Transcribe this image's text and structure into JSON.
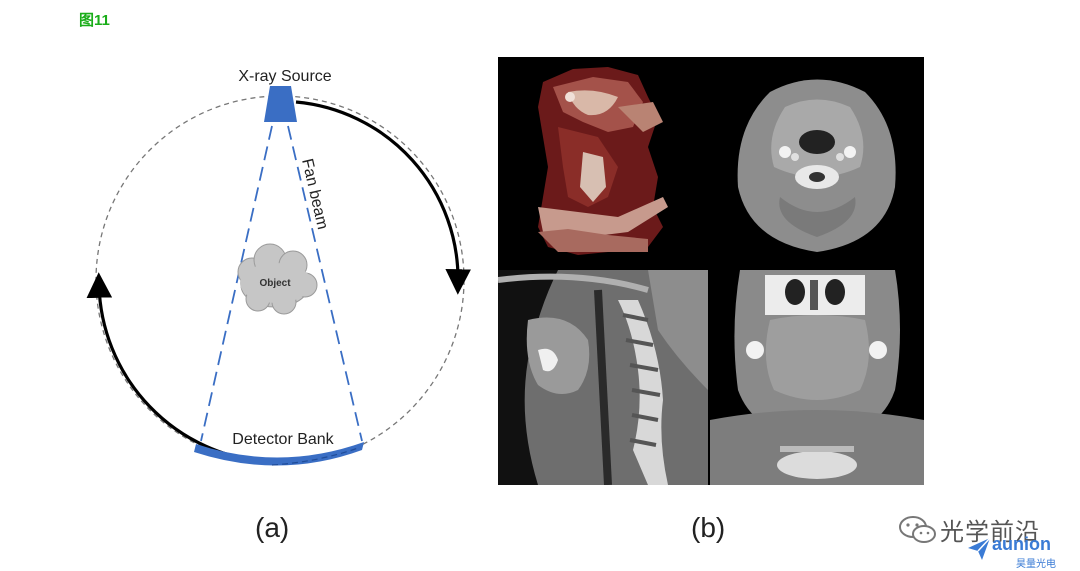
{
  "figure_label": "图11",
  "panel_a": {
    "source_label": "X-ray Source",
    "beam_label": "Fan beam",
    "object_label": "Object",
    "detector_label": "Detector Bank",
    "caption": "(a)",
    "colors": {
      "source_fill": "#3a6ec4",
      "beam_dash": "#3a6ec4",
      "object_fill": "#c4c4c4",
      "arrow": "#000000",
      "orbit": "#777777"
    }
  },
  "panel_b": {
    "caption": "(b)",
    "tiles": [
      "3d-volume-rendering",
      "axial-ct-slice",
      "sagittal-ct-slice",
      "axial-ct-slice-lower"
    ]
  },
  "watermark": {
    "text": "光学前沿",
    "brand": "aunion",
    "brand_sub": "昊量光电",
    "icon": "wechat-icon"
  }
}
